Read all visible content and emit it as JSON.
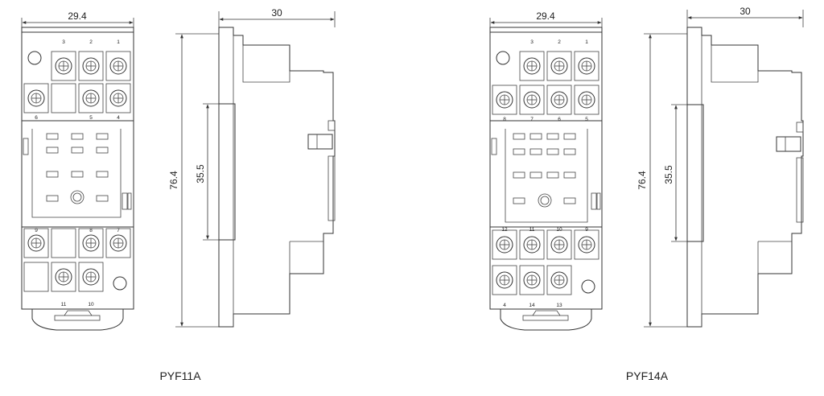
{
  "models": [
    {
      "name": "PYF11A",
      "width_dim": "29.4",
      "depth_dim": "30",
      "height_dim": "76.4",
      "inner_dim": "35.5",
      "top_row1_labels": [
        "3",
        "2",
        "1"
      ],
      "top_row2_labels": [
        "6",
        "5",
        "4"
      ],
      "bottom_row1_labels": [
        "9",
        "8",
        "7"
      ],
      "bottom_row2_labels": [
        "11",
        "10"
      ]
    },
    {
      "name": "PYF14A",
      "width_dim": "29.4",
      "depth_dim": "30",
      "height_dim": "76.4",
      "inner_dim": "35.5",
      "top_row1_labels": [
        "3",
        "2",
        "1"
      ],
      "top_row2_labels": [
        "8",
        "7",
        "6",
        "5"
      ],
      "bottom_row1_labels": [
        "12",
        "11",
        "10",
        "9"
      ],
      "bottom_row2_labels": [
        "4",
        "14",
        "13"
      ]
    }
  ]
}
